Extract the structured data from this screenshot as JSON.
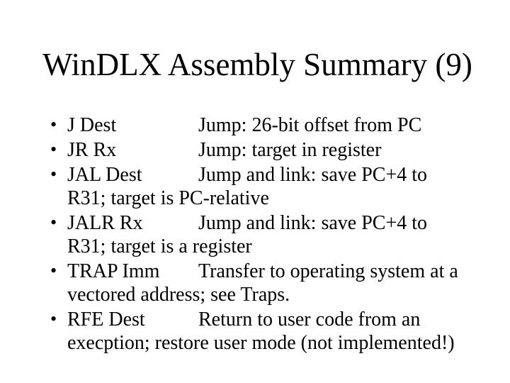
{
  "slide": {
    "title": "WinDLX Assembly Summary (9)",
    "bullet_glyph": "•",
    "bullets": [
      {
        "term": "J Dest",
        "desc": "Jump: 26-bit offset from PC",
        "cont": ""
      },
      {
        "term": "JR Rx",
        "desc": "Jump: target in register",
        "cont": ""
      },
      {
        "term": "JAL Dest",
        "desc": "Jump and link: save PC+4 to",
        "cont": "R31; target is PC-relative"
      },
      {
        "term": "JALR Rx",
        "desc": "Jump and link: save PC+4 to",
        "cont": "R31; target is a register"
      },
      {
        "term": "TRAP Imm",
        "desc": "Transfer to operating system at a",
        "cont": "vectored address; see Traps."
      },
      {
        "term": "RFE Dest",
        "desc": "Return to user code from an",
        "cont": "execption; restore user mode (not implemented!)"
      }
    ],
    "colors": {
      "background": "#ffffff",
      "text": "#000000"
    }
  }
}
